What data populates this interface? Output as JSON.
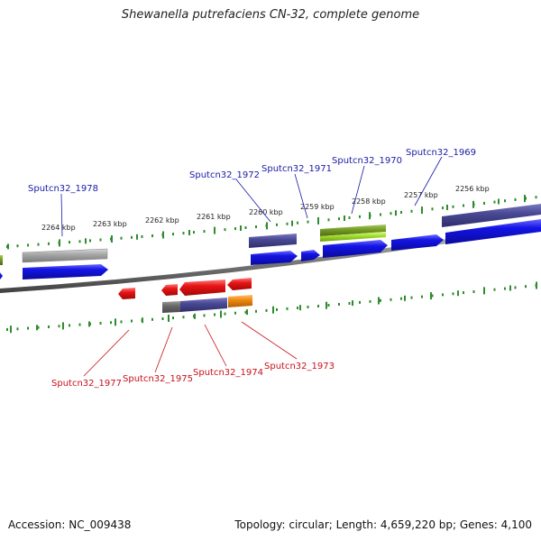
{
  "title": "Shewanella putrefaciens CN-32, complete genome",
  "footer": {
    "accession": "Accession: NC_009438",
    "summary": "Topology: circular; Length: 4,659,220 bp; Genes: 4,100"
  },
  "colors": {
    "forward_label": "#1a1aa6",
    "reverse_label": "#c8101a",
    "backbone": "#808080",
    "tick": "#2e8b2e",
    "blue_gene": "#1414e6",
    "slate_gene": "#4a4a96",
    "gray_gene": "#a8a8a8",
    "red_gene": "#e81414",
    "orange_gene": "#f08a10",
    "olive_gene": "#7aa02a",
    "lime_gene": "#a6e030"
  },
  "kbp_ticks": [
    "2264 kbp",
    "2263 kbp",
    "2262 kbp",
    "2261 kbp",
    "2260 kbp",
    "2259 kbp",
    "2258 kbp",
    "2257 kbp",
    "2256 kbp"
  ],
  "forward_labels": [
    "Sputcn32_1978",
    "Sputcn32_1972",
    "Sputcn32_1971",
    "Sputcn32_1970",
    "Sputcn32_1969"
  ],
  "reverse_labels": [
    "Sputcn32_1977",
    "Sputcn32_1975",
    "Sputcn32_1974",
    "Sputcn32_1973"
  ]
}
